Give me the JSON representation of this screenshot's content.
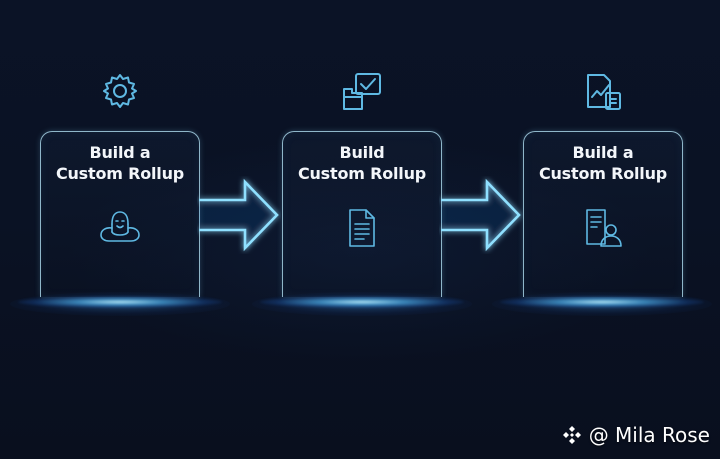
{
  "steps": [
    {
      "title_line1": "Build a",
      "title_line2": "Custom Rollup",
      "top_icon": "gear-icon",
      "card_icon": "bot-cloud-icon"
    },
    {
      "title_line1": "Build",
      "title_line2": "Custom Rollup",
      "top_icon": "checked-boxes-icon",
      "card_icon": "document-icon"
    },
    {
      "title_line1": "Build a",
      "title_line2": "Custom Rollup",
      "top_icon": "chart-report-icon",
      "card_icon": "user-document-icon"
    }
  ],
  "watermark": {
    "text": "@ Mila Rose",
    "icon": "binance-logo-icon"
  },
  "colors": {
    "background": "#0a1122",
    "card_border": "#8fb6c9",
    "icon_stroke": "#5fb9e3",
    "arrow_glow": "#7fd3ff"
  }
}
